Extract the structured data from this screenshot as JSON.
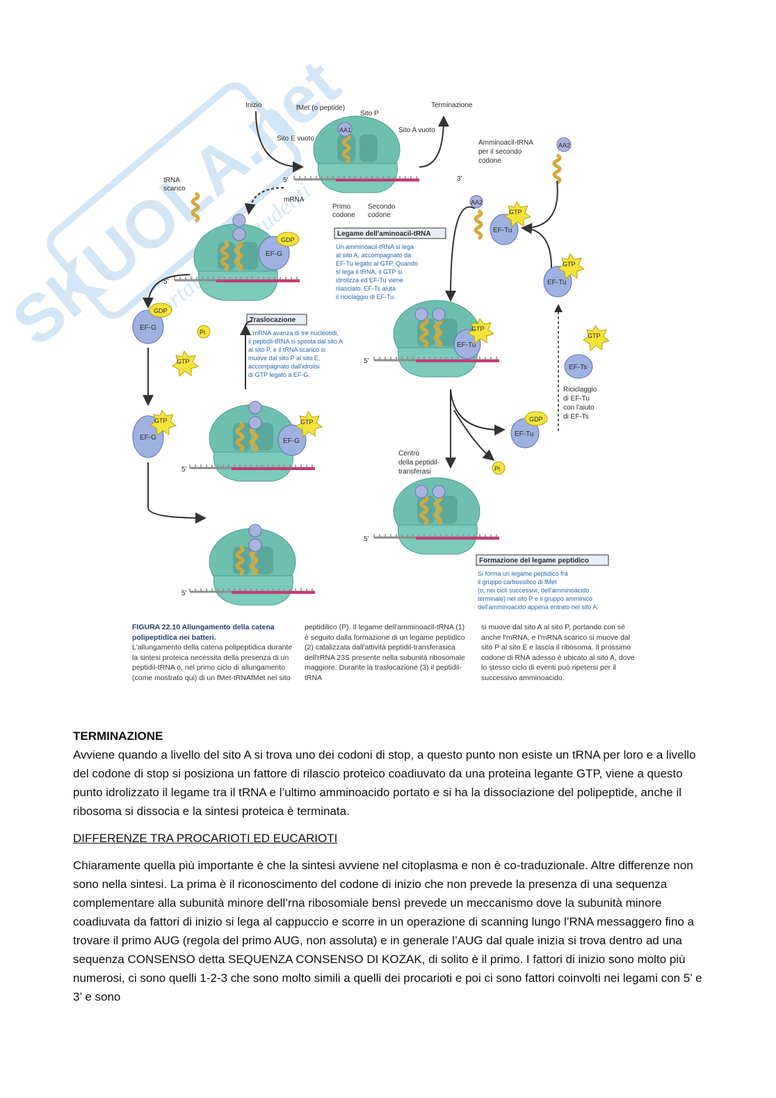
{
  "watermark": {
    "brand": "SKUOLA.net",
    "tagline": "il portale degli studenti"
  },
  "figure": {
    "labels": {
      "inizio": "Inizio",
      "fmet": "fMet (o peptide)",
      "sito_p": "Sito P",
      "sito_e_vuoto": "Sito E vuoto",
      "sito_a_vuoto": "Sito A vuoto",
      "terminazione": "Terminazione",
      "amminoacil_trna": "Amminoacil-tRNA",
      "per_il_secondo": "per il secondo",
      "codone": "codone",
      "trna": "tRNA",
      "scarico": "scarico",
      "mrna": "mRNA",
      "primo_codone_1": "Primo",
      "primo_codone_2": "codone",
      "secondo_codone_1": "Secondo",
      "secondo_codone_2": "codone",
      "five_prime": "5'",
      "three_prime": "3'",
      "gdp": "GDP",
      "gtp": "GTP",
      "ef_g": "EF-G",
      "ef_tu": "EF-Tu",
      "ef_ts": "EF-Ts",
      "aa1": "AA1",
      "aa2": "AA2",
      "pi": "Pi",
      "riciclaggio_1": "Riciclaggio",
      "riciclaggio_2": "di EF-Tu",
      "riciclaggio_3": "con l'aiuto",
      "riciclaggio_4": "di EF-Ts",
      "centro_1": "Centro",
      "centro_2": "della peptidil-",
      "centro_3": "transferasi"
    },
    "boxes": {
      "legame": {
        "title": "Legame dell'aminoacil-tRNA",
        "lines": [
          "Un amminoacil-tRNA si lega",
          "al sito A, accompagnato da",
          "EF-Tu legato al GTP. Quando",
          "si lega il tRNA, il GTP si",
          "idrolizza ed EF-Tu viene",
          "rilasciato. EF-Ts aiuta",
          "il riciclaggio di EF-Tu."
        ]
      },
      "traslocazione": {
        "title": "Traslocazione",
        "lines": [
          "L'mRNA avanza di tre nucleotidi,",
          "il peptidil-tRNA si sposta dal sito A",
          "al sito P, e il tRNA scarico si",
          "muove dal sito P al sito E,",
          "accompagnato dall'idrolisi",
          "di GTP legato a EF-G."
        ]
      },
      "formazione": {
        "title": "Formazione del legame peptidico",
        "lines": [
          "Si forma un legame peptidico fra",
          "il gruppo carbossilico di fMet",
          "(o, nei cicli successivi, dell'amminoacido",
          "terminale) nel sito P e il gruppo amminico",
          "dell'amminoacido appena entrato nel sito A."
        ]
      }
    },
    "caption": {
      "title": "FIGURA 22.10 Allungamento della catena polipeptidica nei batteri.",
      "col1": "L'allungamento della catena polipeptidica durante la sintesi proteica necessita della presenza di un peptidil-tRNA o, nel primo ciclo di allungamento (come mostrato qui) di un fMet-tRNAfMet nel sito",
      "col2": "peptidilico (P). Il legame dell'amminoacil-tRNA (1) è seguito dalla formazione di un legame peptidico (2) catalizzata dall'attività peptidil-transferasica dell'rRNA 23S presente nella subunità ribosomale maggiore. Durante la traslocazione (3) il peptidil-tRNA",
      "col3": "si muove dal sito A al sito P, portando con sé anche l'mRNA, e l'mRNA scarico si muove dal sito P al sito E e lascia il ribosoma. Il prossimo codone di RNA adesso è ubicato al sito A, dove lo stesso ciclo di eventi può ripetersi per il successivo amminoacido."
    }
  },
  "document": {
    "heading_terminazione": "TERMINAZIONE",
    "para_terminazione": "Avviene quando a livello del sito A si trova uno dei codoni di stop, a questo punto non esiste un tRNA per loro e a livello del codone di stop si posiziona un fattore di rilascio proteico coadiuvato da una proteina legante GTP, viene a questo punto idrolizzato il legame tra il tRNA e l’ultimo amminoacido portato e si ha la dissociazione del polipeptide, anche il ribosoma si dissocia e la sintesi proteica è terminata.",
    "heading_differenze": "DIFFERENZE TRA PROCARIOTI ED EUCARIOTI",
    "para_differenze": "Chiaramente quella più importante è che la sintesi avviene nel citoplasma e non è co-traduzionale. Altre differenze non sono nella sintesi. La prima è il riconoscimento del codone di inizio che non prevede la presenza di una sequenza complementare alla subunità minore dell’rna ribosomiale bensì prevede un meccanismo dove la subunità minore coadiuvata da fattori di inizio si lega al cappuccio e scorre in un operazione di scanning lungo l’RNA messaggero fino a trovare il primo AUG (regola del primo AUG, non assoluta) e in generale l’AUG dal quale inizia si trova dentro ad una sequenza CONSENSO detta SEQUENZA CONSENSO DI KOZAK, di solito è il primo. I fattori di inizio sono molto più numerosi, ci sono quelli 1-2-3 che sono molto simili a quelli dei procarioti e poi ci sono fattori coinvolti nei legami con 5’ e 3’ e sono"
  }
}
